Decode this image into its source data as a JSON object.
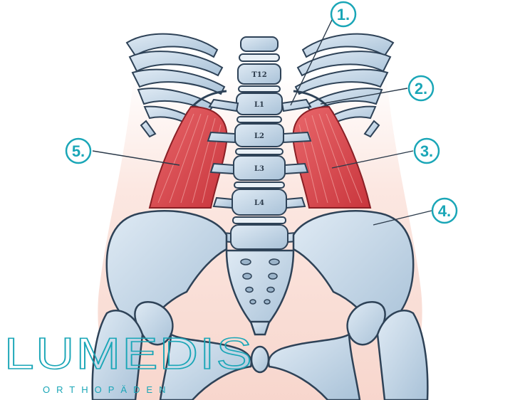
{
  "vertebrae": [
    "T12",
    "L1",
    "L2",
    "L3",
    "L4"
  ],
  "callouts": [
    {
      "number": "1."
    },
    {
      "number": "2."
    },
    {
      "number": "3."
    },
    {
      "number": "4."
    },
    {
      "number": "5."
    }
  ],
  "logo": {
    "brand": "LUMEDIS",
    "tagline": "ORTHOPÄDEN"
  },
  "colors": {
    "bone_fill": "#c8d9e8",
    "bone_stroke": "#2e4257",
    "muscle_fill": "#d9454a",
    "accent": "#1aa6b7",
    "body_glow": "#f8d6cc"
  }
}
